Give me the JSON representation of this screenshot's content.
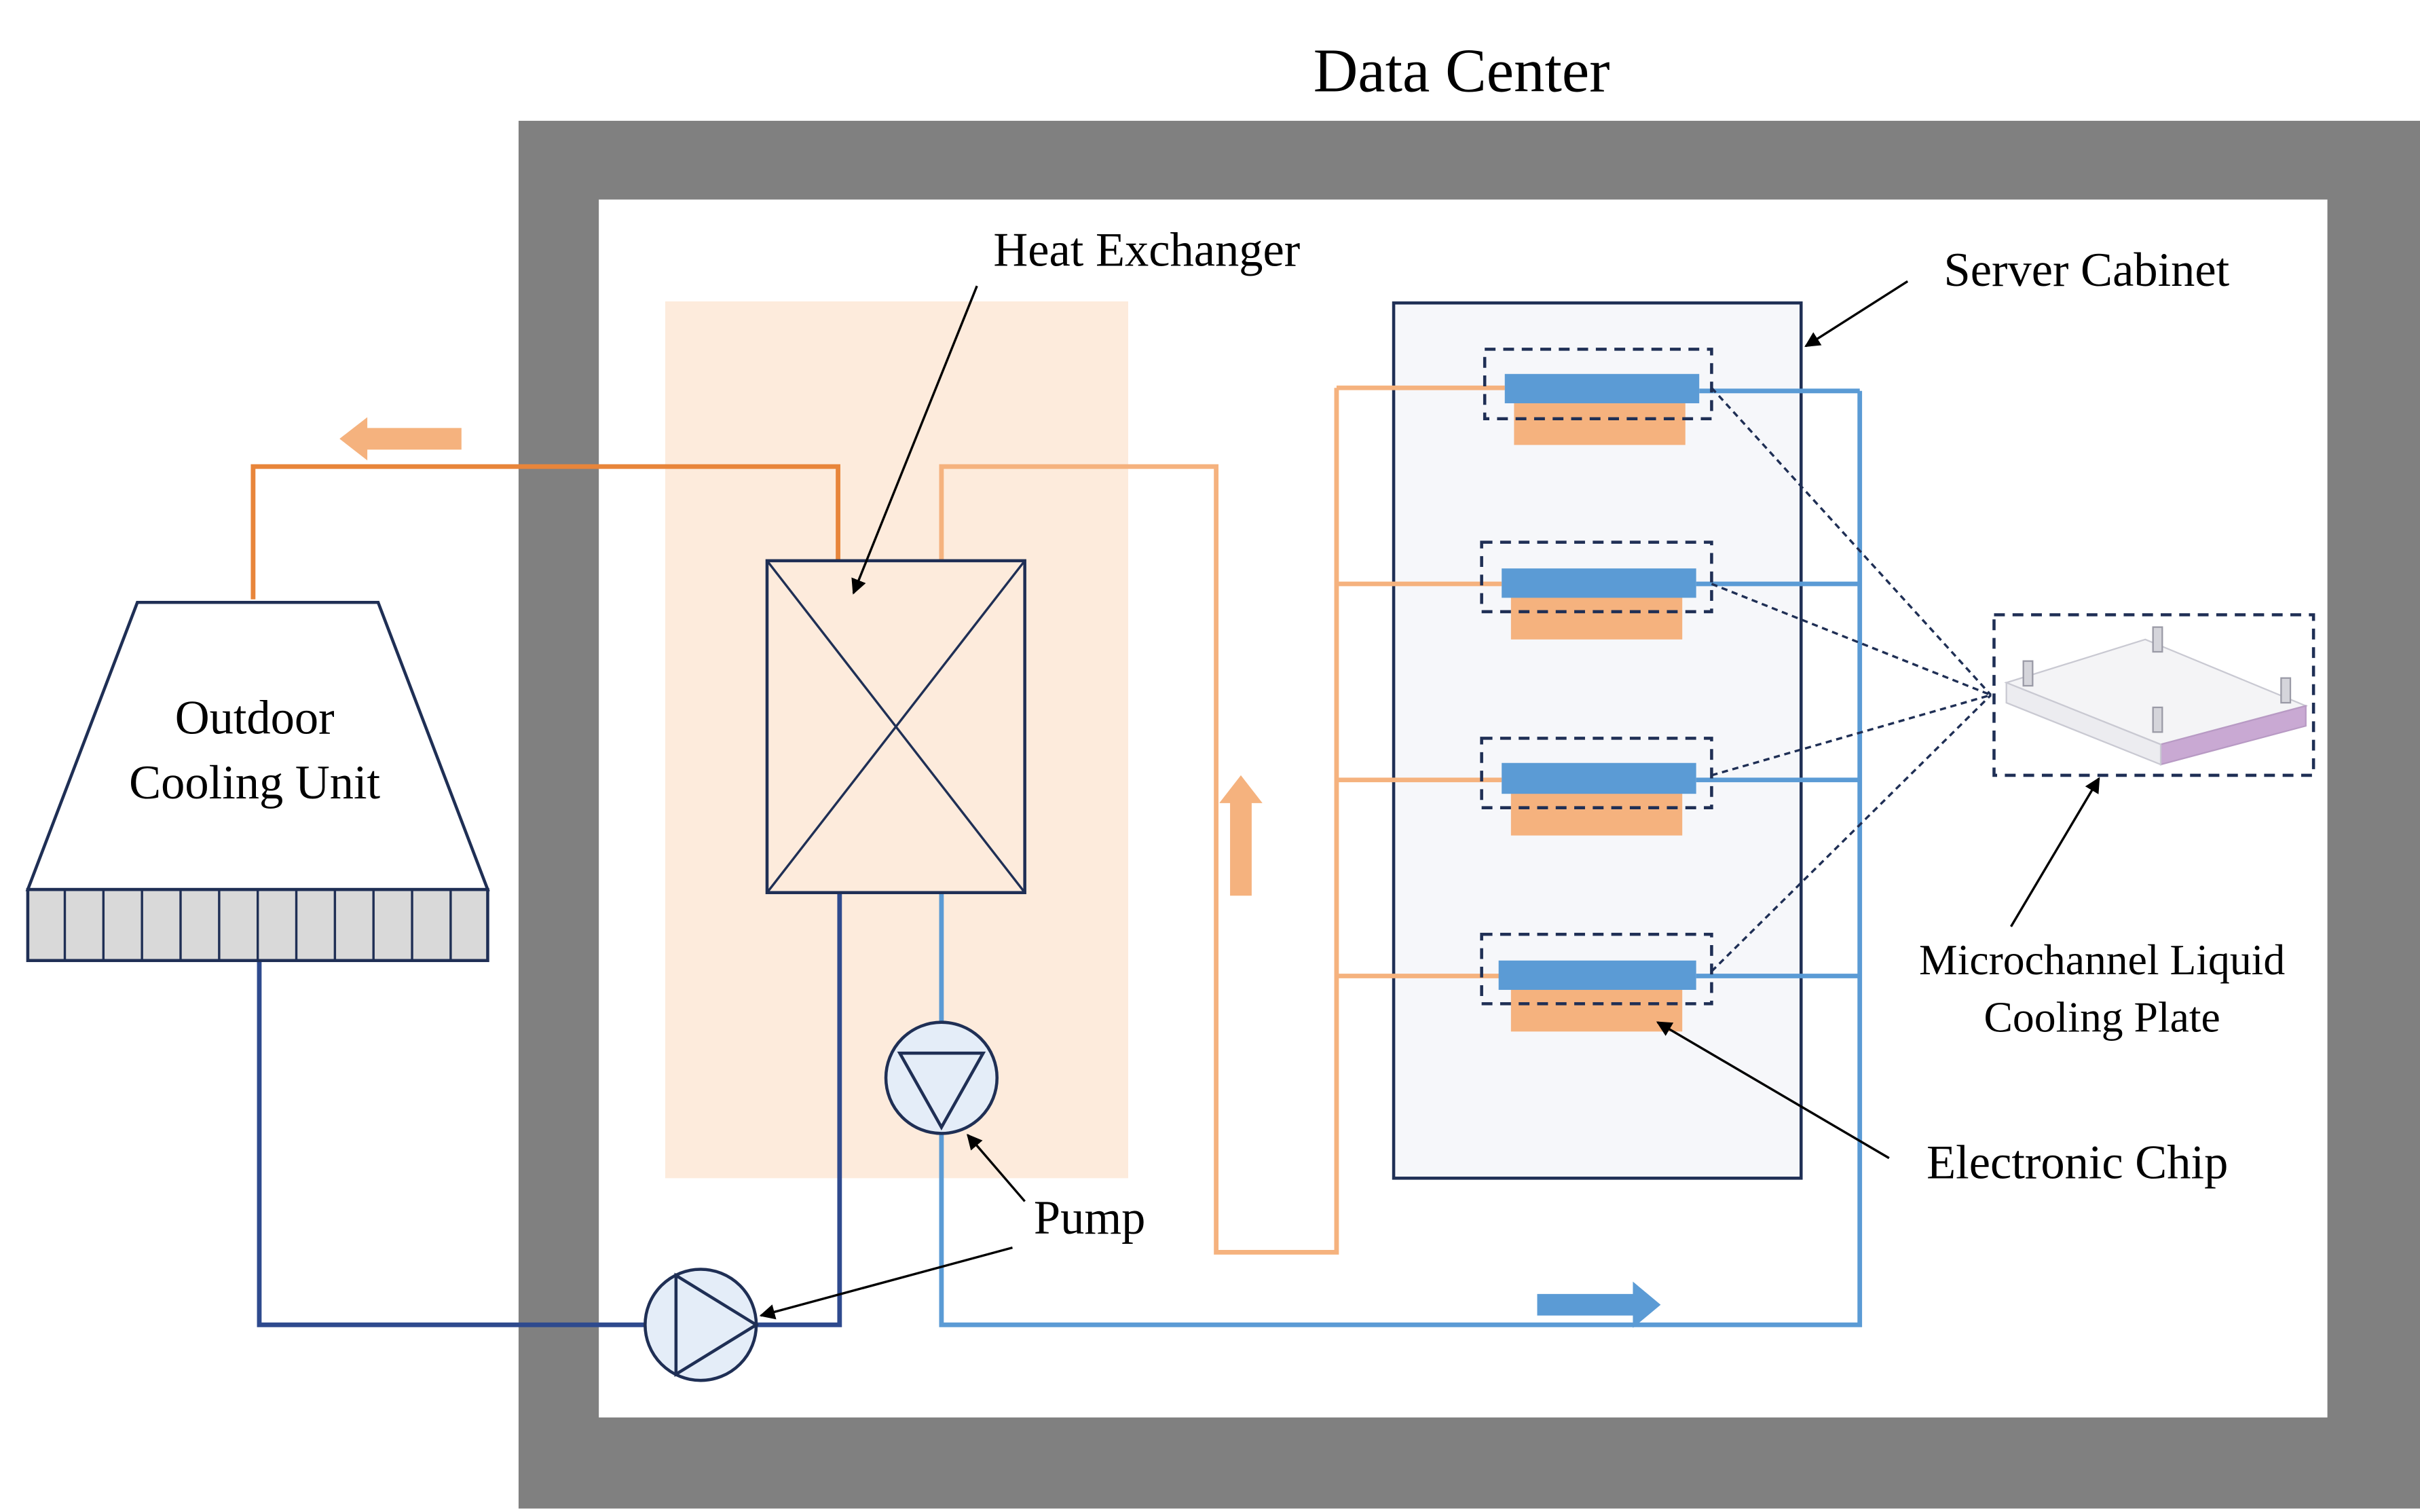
{
  "title": "Data Center",
  "labels": {
    "heat_exchanger": "Heat Exchanger",
    "server_cabinet": "Server Cabinet",
    "outdoor_cooling_unit": [
      "Outdoor",
      "Cooling Unit"
    ],
    "pump": "Pump",
    "microchannel_plate": [
      "Microchannel Liquid",
      "Cooling Plate"
    ],
    "electronic_chip": "Electronic Chip"
  },
  "colors": {
    "wall": "#808080",
    "hot_primary": "#E8853A",
    "warm_secondary": "#F5B27E",
    "cold_primary": "#2E4A8E",
    "cold_secondary": "#5B9BD5",
    "heat_exchanger_zone": "#FDEBDC",
    "cabinet_fill": "#F6F7FA",
    "cold_plate": "#5B9BD5",
    "chip": "#F5B27E",
    "outline": "#1F2F55"
  },
  "server_slots": 4
}
